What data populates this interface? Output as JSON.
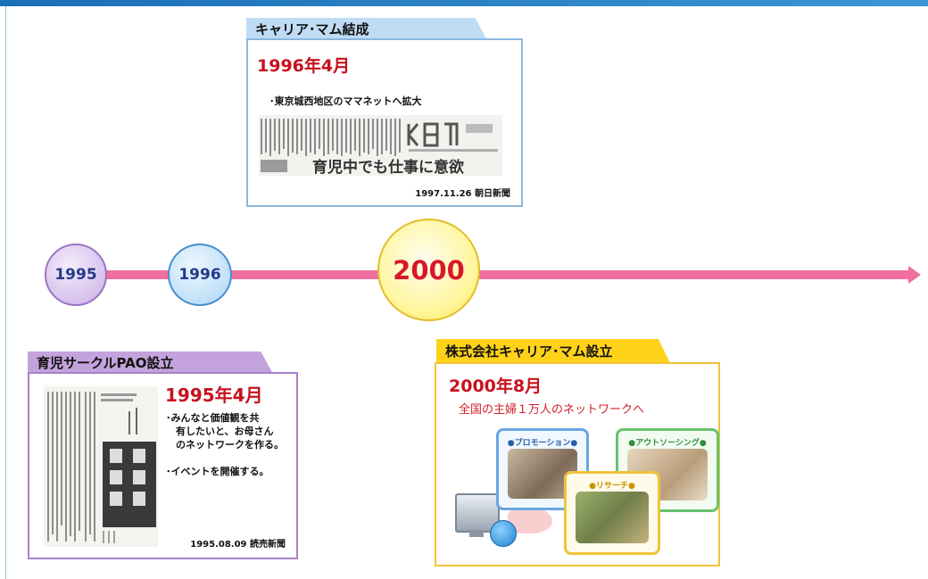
{
  "timeline": {
    "years": [
      "1995",
      "1996",
      "2000"
    ]
  },
  "event_1996": {
    "tab": "キャリア･マム結成",
    "date": "1996年4月",
    "text": "･東京城西地区のママネットへ拡大",
    "news_headline": "育児中でも仕事に意欲",
    "source": "1997.11.26 朝日新聞"
  },
  "event_1995": {
    "tab": "育児サークルPAO設立",
    "date": "1995年4月",
    "lines": [
      "･みんなと価値観を共",
      "　有したいと、お母さん",
      "　のネットワークを作る。",
      "",
      "･イベントを開催する。"
    ],
    "source": "1995.08.09 読売新聞"
  },
  "event_2000": {
    "tab": "株式会社キャリア･マム設立",
    "date": "2000年8月",
    "text": "全国の主婦１万人のネットワークへ",
    "panels": {
      "promotion": "●プロモーション●",
      "outsourcing": "●アウトソーシング●",
      "research": "●リサーチ●"
    }
  },
  "colors": {
    "timeline": "#f06f9e",
    "accent_red": "#c8101e",
    "tab_1996": "#bfdcf4",
    "tab_1995": "#c4a3dd",
    "tab_2000": "#ffd21a"
  }
}
